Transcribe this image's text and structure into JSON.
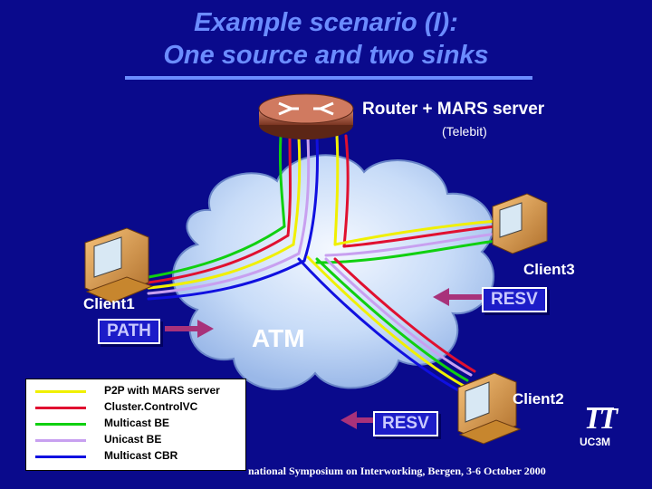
{
  "slide": {
    "title_line1": "Example scenario (I):",
    "title_line2": "One source and two sinks"
  },
  "router": {
    "label": "Router + MARS server",
    "sublabel": "(Telebit)",
    "icon": "router-icon"
  },
  "cloud": {
    "label": "ATM",
    "icon": "atm-cloud"
  },
  "clients": {
    "client1": "Client1",
    "client2": "Client2",
    "client3": "Client3"
  },
  "messages": {
    "path": "PATH",
    "resv_top": "RESV",
    "resv_bottom": "RESV"
  },
  "legend": [
    {
      "label": "P2P with MARS server",
      "color": "#f0f000"
    },
    {
      "label": "Cluster.ControlVC",
      "color": "#e01030"
    },
    {
      "label": "Multicast BE",
      "color": "#10d010"
    },
    {
      "label": "Unicast BE",
      "color": "#c8a0f0"
    },
    {
      "label": "Multicast CBR",
      "color": "#1010e0"
    }
  ],
  "logo": {
    "text": "IT",
    "sub": "UC3M"
  },
  "footer": {
    "text": "national Symposium on Interworking, Bergen, 3-6 October 2000"
  }
}
